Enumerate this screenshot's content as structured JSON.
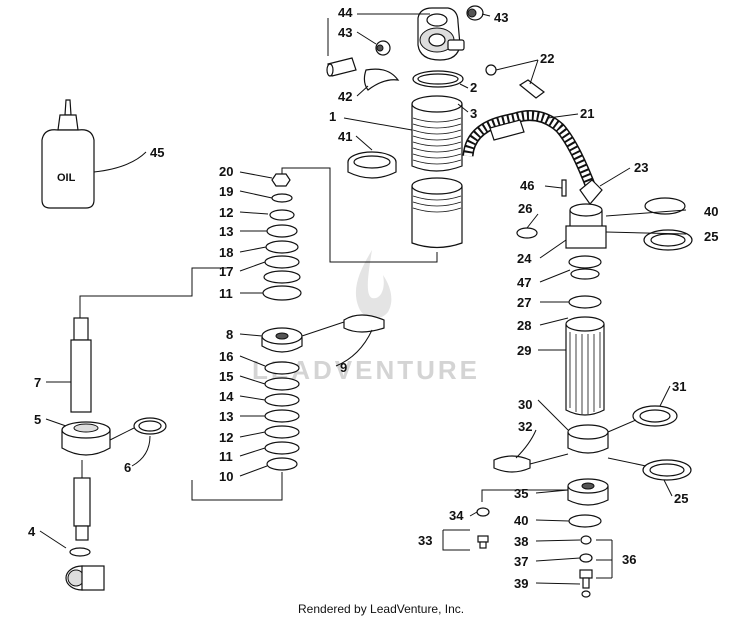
{
  "diagram": {
    "credit": "Rendered by LeadVenture, Inc.",
    "watermark": "LEADVENTURE",
    "oil_bottle_text": "OIL",
    "labels": {
      "p1": "1",
      "p2": "2",
      "p3": "3",
      "p4": "4",
      "p5": "5",
      "p6": "6",
      "p7": "7",
      "p8": "8",
      "p9": "9",
      "p10": "10",
      "p11a": "11",
      "p11b": "11",
      "p12a": "12",
      "p12b": "12",
      "p13a": "13",
      "p13b": "13",
      "p14": "14",
      "p15": "15",
      "p16": "16",
      "p17": "17",
      "p18": "18",
      "p19": "19",
      "p20": "20",
      "p21": "21",
      "p22": "22",
      "p23": "23",
      "p24": "24",
      "p25a": "25",
      "p25b": "25",
      "p26": "26",
      "p27": "27",
      "p28": "28",
      "p29": "29",
      "p30": "30",
      "p31": "31",
      "p32": "32",
      "p33": "33",
      "p34": "34",
      "p35": "35",
      "p36": "36",
      "p37": "37",
      "p38": "38",
      "p39": "39",
      "p40a": "40",
      "p40b": "40",
      "p41": "41",
      "p42": "42",
      "p43a": "43",
      "p43b": "43",
      "p44": "44",
      "p45": "45",
      "p46": "46",
      "p47": "47"
    }
  }
}
